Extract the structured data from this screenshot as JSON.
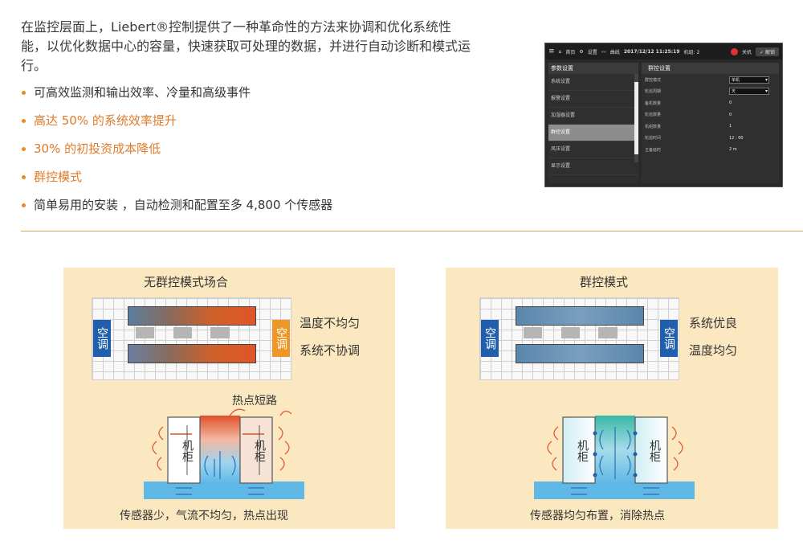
{
  "intro": "在监控层面上，Liebert®控制提供了一种革命性的方法来协调和优化系统性能，以优化数据中心的容量，快速获取可处理的数据，并进行自动诊断和模式运行。",
  "bullets": [
    {
      "text": "可高效监测和输出效率、冷量和高级事件",
      "style": "dark"
    },
    {
      "text": "高达 50% 的系统效率提升",
      "style": "orange"
    },
    {
      "text": "30% 的初投资成本降低",
      "style": "orange"
    },
    {
      "text": "群控模式",
      "style": "orange"
    },
    {
      "text": "简单易用的安装 ，自动检测和配置至多 4,800 个传感器",
      "style": "dark"
    }
  ],
  "hmi": {
    "menu_icon": "hamburger-icon",
    "home": "首页",
    "settings": "设置",
    "curve": "曲线",
    "datetime": "2017/12/12 11:25:19",
    "unit_label": "机组: 2",
    "power": "关机",
    "unlock": "解锁",
    "left_header": "参数设置",
    "menu_items": [
      "系统设置",
      "报警设置",
      "加湿器设置",
      "群控设置",
      "风压设置",
      "显示设置"
    ],
    "selected_index": 3,
    "right_header": "群控设置",
    "params": [
      {
        "label": "群控模式",
        "value": "单机",
        "type": "select"
      },
      {
        "label": "轮巡周期",
        "value": "天",
        "type": "select"
      },
      {
        "label": "备机数量",
        "value": "0",
        "type": "text"
      },
      {
        "label": "轮巡数量",
        "value": "0",
        "type": "text"
      },
      {
        "label": "机组数量",
        "value": "1",
        "type": "text"
      },
      {
        "label": "轮巡时间",
        "value": "12 : 00",
        "type": "text"
      },
      {
        "label": "主备延时",
        "value": "2    m",
        "type": "text"
      }
    ]
  },
  "left_panel": {
    "title": "无群控模式场合",
    "ac_label": "空调",
    "labels": [
      "温度不均匀",
      "系统不协调"
    ],
    "hotspot_label": "热点短路",
    "cabinet_label": "机柜",
    "caption": "传感器少，气流不均匀，热点出现"
  },
  "right_panel": {
    "title": "群控模式",
    "ac_label": "空调",
    "labels": [
      "系统优良",
      "温度均匀"
    ],
    "cabinet_label": "机柜",
    "caption": "传感器均匀布置，消除热点"
  },
  "colors": {
    "accent_orange": "#e17b2a",
    "panel_bg": "#fce8c0",
    "ac_blue": "#1f5fae",
    "ac_orange": "#ef9726",
    "hot_red": "#e0502a",
    "cold_blue": "#5fb8e6"
  }
}
